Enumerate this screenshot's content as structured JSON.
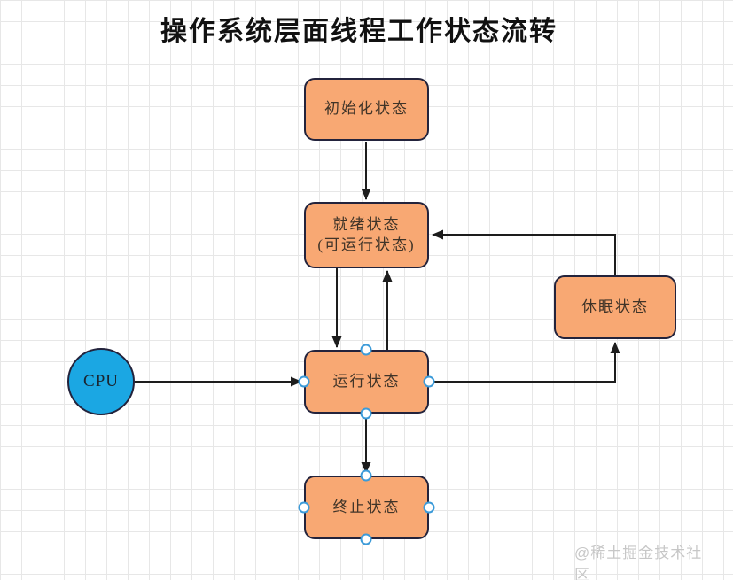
{
  "title": "操作系统层面线程工作状态流转",
  "watermark": "@稀土掘金技术社区",
  "colors": {
    "node_fill": "#F8A873",
    "node_border": "#23233C",
    "cpu_fill": "#1BA7E3",
    "edge_stroke": "#1D1D1D",
    "grid_line": "#E7E7E7",
    "selection_handle_border": "#3C9BD9",
    "watermark_text": "#C7C7C7"
  },
  "nodes": {
    "init": {
      "label": "初始化状态",
      "shape": "rounded-rect"
    },
    "ready": {
      "label": "就绪状态",
      "sublabel": "(可运行状态)",
      "shape": "rounded-rect"
    },
    "sleep": {
      "label": "休眠状态",
      "shape": "rounded-rect"
    },
    "running": {
      "label": "运行状态",
      "shape": "rounded-rect",
      "selected": true
    },
    "terminated": {
      "label": "终止状态",
      "shape": "rounded-rect",
      "selected": true
    },
    "cpu": {
      "label": "CPU",
      "shape": "circle"
    }
  },
  "edges": [
    {
      "from": "init",
      "to": "ready"
    },
    {
      "from": "ready",
      "to": "running"
    },
    {
      "from": "running",
      "to": "ready"
    },
    {
      "from": "cpu",
      "to": "running"
    },
    {
      "from": "running",
      "to": "sleep"
    },
    {
      "from": "sleep",
      "to": "ready"
    },
    {
      "from": "running",
      "to": "terminated"
    }
  ]
}
